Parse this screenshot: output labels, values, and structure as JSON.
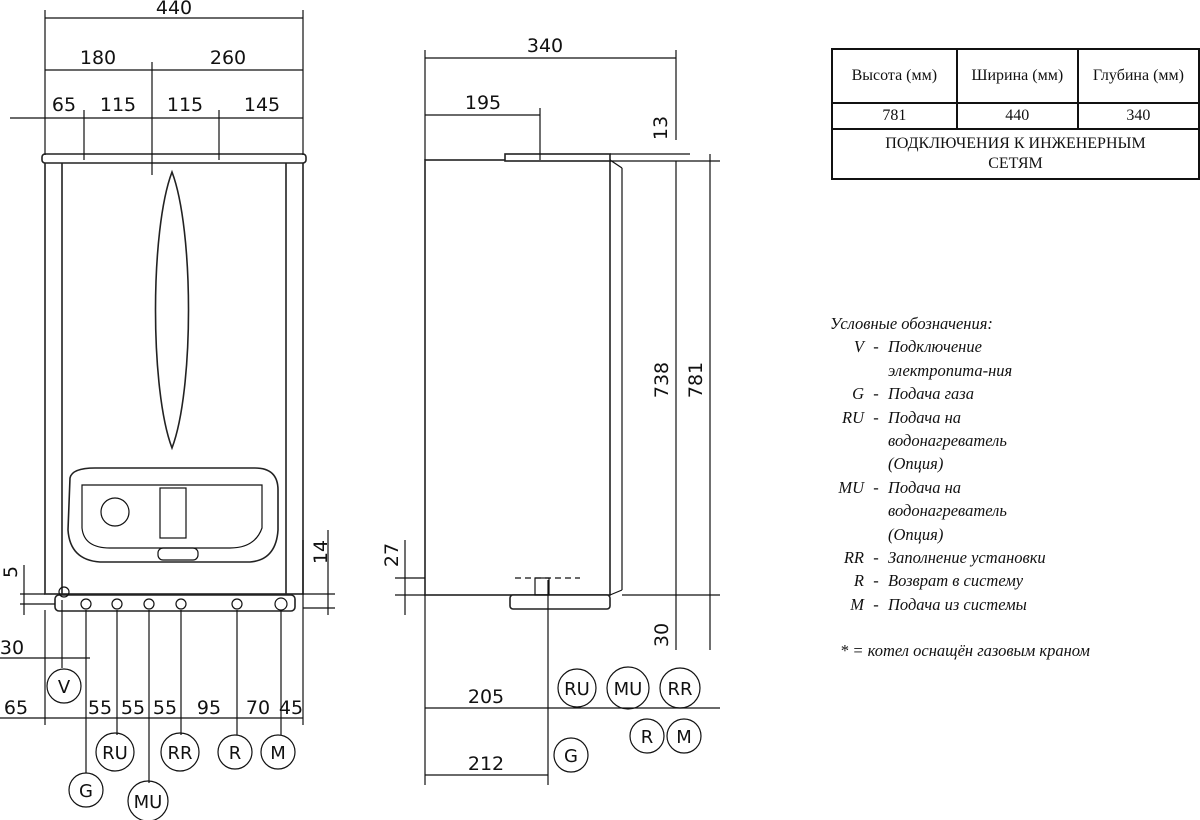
{
  "front_view": {
    "dims_top": [
      "440",
      "180",
      "260",
      "65",
      "115",
      "115",
      "145"
    ],
    "dims_left": [
      "5",
      "30",
      "65"
    ],
    "dim_right": "14",
    "dims_bottom": [
      "55",
      "55",
      "55",
      "95",
      "70",
      "45"
    ],
    "connections": [
      "V",
      "G",
      "RU",
      "MU",
      "RR",
      "R",
      "M"
    ]
  },
  "side_view": {
    "dims_top": [
      "340",
      "195"
    ],
    "dims_right": [
      "13",
      "738",
      "781",
      "30"
    ],
    "dim_left": "27",
    "dims_bottom": [
      "205",
      "212"
    ],
    "connections_top": [
      "RU",
      "MU",
      "RR"
    ],
    "connections_mid": [
      "R",
      "M"
    ],
    "connection_gas": "G"
  },
  "spec_table": {
    "headers": [
      "Высота (мм)",
      "Ширина (мм)",
      "Глубина (мм)"
    ],
    "values": [
      "781",
      "440",
      "340"
    ],
    "footer": "ПОДКЛЮЧЕНИЯ К ИНЖЕНЕРНЫМ СЕТЯМ"
  },
  "legend": {
    "title": "Условные обозначения:",
    "items": [
      {
        "code": "V",
        "desc": "Подключение электропита-ния"
      },
      {
        "code": "G",
        "desc": "Подача газа"
      },
      {
        "code": "RU",
        "desc": "Подача на водонагреватель (Опция)"
      },
      {
        "code": "MU",
        "desc": "Подача на водонагреватель (Опция)"
      },
      {
        "code": "RR",
        "desc": "Заполнение установки"
      },
      {
        "code": "R",
        "desc": "Возврат в систему"
      },
      {
        "code": "M",
        "desc": "Подача из системы"
      }
    ],
    "note": "* =  котел оснащён газовым краном"
  }
}
